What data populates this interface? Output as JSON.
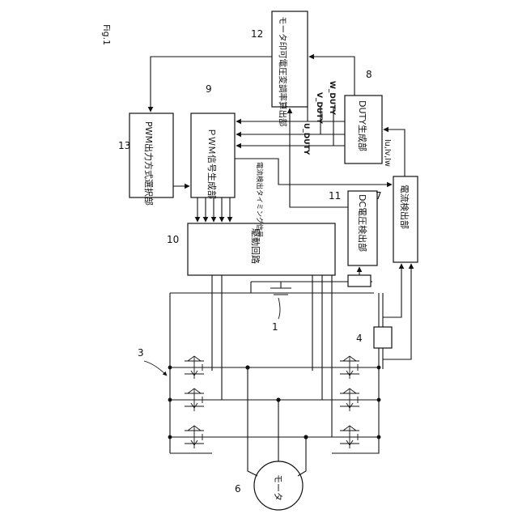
{
  "figure": {
    "label": "Fig.1"
  },
  "blocks": {
    "modulation": {
      "text": "モータ印可電圧変調率算出部",
      "ref": "12"
    },
    "duty": {
      "text": "DUTY生成部",
      "ref": "8"
    },
    "pwm": {
      "text": "ＰＷＭ信号生成部",
      "ref": "9"
    },
    "select": {
      "text": "PWM出力方式選択部",
      "ref": "13"
    },
    "drive": {
      "text": "駆動回路",
      "ref": "10"
    },
    "dcv": {
      "text": "DC電圧検出部",
      "ref": "11"
    },
    "current": {
      "text": "電流検出部",
      "ref": "7"
    }
  },
  "signals": {
    "u_duty": "U_DUTY",
    "v_duty": "V_DUTY",
    "w_duty": "W_DUTY",
    "iuvw": "Iu,Iv,Iw",
    "timing": "電流検出タイミング信号"
  },
  "components": {
    "battery_ref": "1",
    "shunt_ref": "4",
    "inverter_ref": "3",
    "motor_text": "モータ",
    "motor_ref": "6"
  }
}
